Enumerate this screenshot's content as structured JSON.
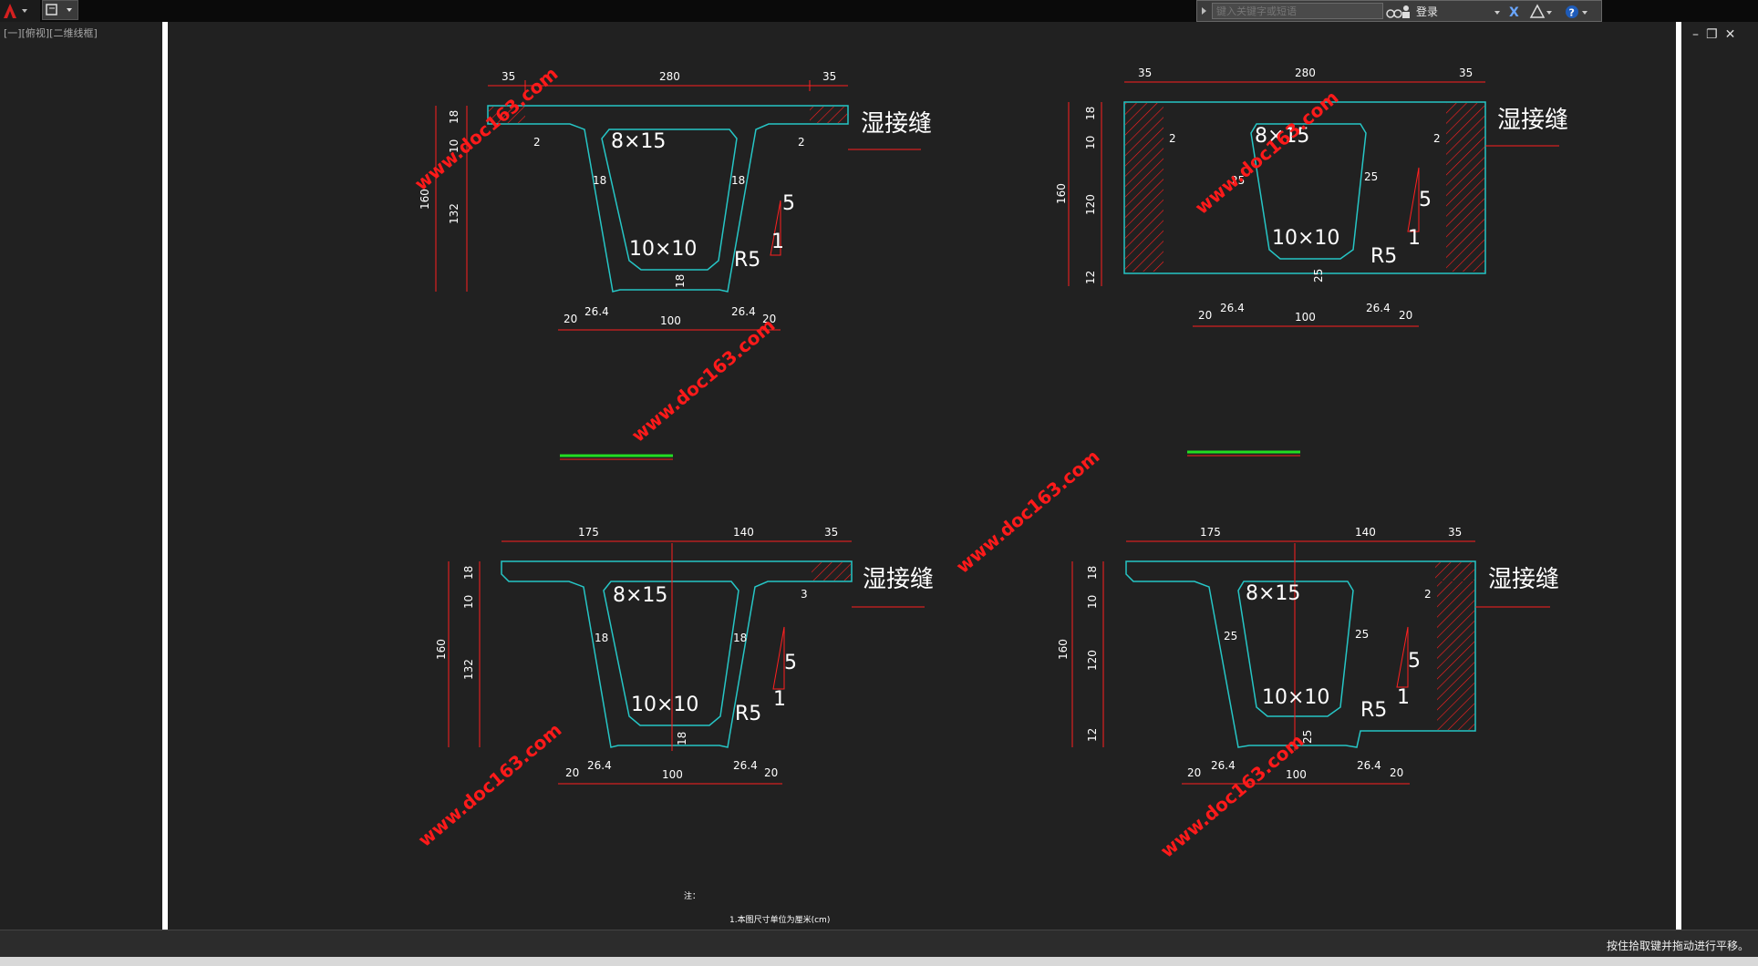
{
  "app": {
    "title": ""
  },
  "viewport": {
    "label": "[一][俯视][二维线框]"
  },
  "toolbar": {
    "search_placeholder": "键入关键字或短语",
    "login_label": "登录"
  },
  "status": {
    "message": "按住拾取键并拖动进行平移。"
  },
  "drawing": {
    "wet_joint_label": "湿接缝",
    "watermark": "www.doc163.com",
    "cells": {
      "top": "8×15",
      "bottom": "10×10"
    },
    "radius": "R5",
    "slope": {
      "rise": "5",
      "run": "1"
    },
    "note": "注：",
    "caption": "1.本图尺寸单位为厘米(cm)",
    "sections": [
      {
        "top_dims": [
          "35",
          "280",
          "35"
        ],
        "left_dims": [
          "18",
          "10",
          "132"
        ],
        "overall_height": "160",
        "bottom_dims": [
          "20",
          "26.4",
          "100",
          "26.4",
          "20"
        ],
        "haunch": "2",
        "web_left": "18",
        "web_right": "18",
        "bottom_slab": "18"
      },
      {
        "top_dims": [
          "35",
          "280",
          "35"
        ],
        "left_dims": [
          "18",
          "10",
          "120",
          "12"
        ],
        "overall_height": "160",
        "bottom_dims": [
          "20",
          "26.4",
          "100",
          "26.4",
          "20"
        ],
        "haunch": "2",
        "web_left": "25",
        "web_right": "25",
        "bottom_slab": "25"
      },
      {
        "top_dims": [
          "175",
          "140",
          "35"
        ],
        "left_dims": [
          "18",
          "10",
          "132"
        ],
        "overall_height": "160",
        "bottom_dims": [
          "20",
          "26.4",
          "100",
          "26.4",
          "20"
        ],
        "haunch": "3",
        "web_left": "18",
        "web_right": "18",
        "bottom_slab": "18"
      },
      {
        "top_dims": [
          "175",
          "140",
          "35"
        ],
        "left_dims": [
          "18",
          "10",
          "120",
          "12"
        ],
        "overall_height": "160",
        "bottom_dims": [
          "20",
          "26.4",
          "100",
          "26.4",
          "20"
        ],
        "haunch": "2",
        "web_left": "25",
        "web_right": "25",
        "bottom_slab": "25"
      }
    ]
  }
}
